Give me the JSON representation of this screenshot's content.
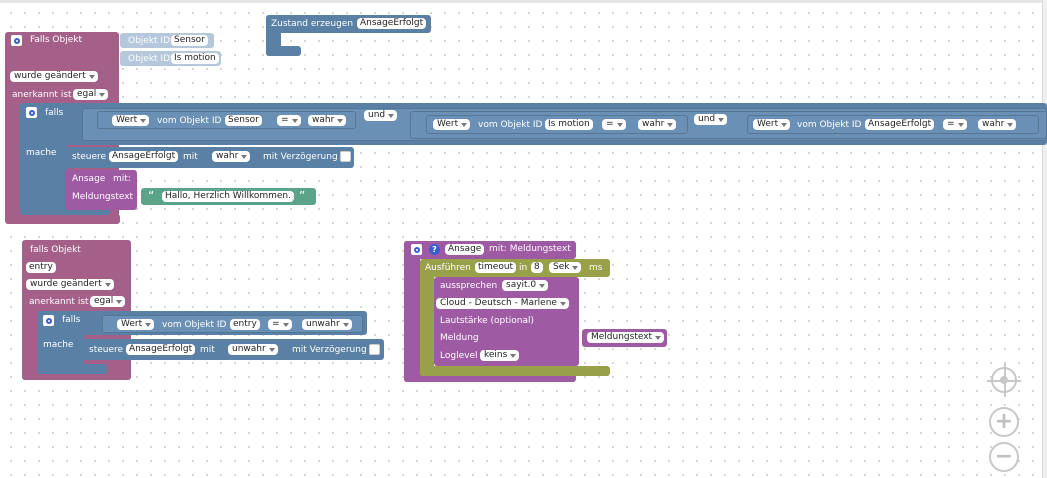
{
  "event1": {
    "falls_objekt": "Falls Objekt",
    "objekt_id_label_1": "Objekt ID",
    "objekt_id_value_1": "Sensor",
    "objekt_id_label_2": "Objekt ID",
    "objekt_id_value_2": "Is motion",
    "wurde_geaendert": "wurde geändert",
    "anerkannt_ist": "anerkannt ist",
    "anerkannt_value": "egal",
    "if_block": {
      "falls": "falls",
      "mache": "mache",
      "cond1": {
        "wert": "Wert",
        "vom_objekt_id": "vom Objekt ID",
        "object": "Sensor",
        "op": "=",
        "value": "wahr"
      },
      "und1": "und",
      "cond2": {
        "wert": "Wert",
        "vom_objekt_id": "vom Objekt ID",
        "object": "Is motion",
        "op": "=",
        "value": "wahr"
      },
      "und2": "und",
      "cond3": {
        "wert": "Wert",
        "vom_objekt_id": "vom Objekt ID",
        "object": "AnsageErfolgt",
        "op": "=",
        "value": "wahr"
      }
    },
    "steuere": {
      "label": "steuere",
      "object": "AnsageErfolgt",
      "mit": "mit",
      "value": "wahr",
      "mit_verzoegerung": "mit Verzögerung"
    },
    "ansage_call": {
      "label": "Ansage",
      "mit": "mit:",
      "meldungstext_label": "Meldungstext",
      "text": "Hallo, Herzlich Willkommen."
    }
  },
  "zustand_block": {
    "label": "Zustand erzeugen",
    "object": "AnsageErfolgt"
  },
  "event2": {
    "falls_objekt": "falls Objekt",
    "object": "entry",
    "wurde_geaendert": "wurde geändert",
    "anerkannt_ist": "anerkannt ist",
    "anerkannt_value": "egal",
    "if_block": {
      "falls": "falls",
      "mache": "mache",
      "cond": {
        "wert": "Wert",
        "vom_objekt_id": "vom Objekt ID",
        "object": "entry",
        "op": "=",
        "value": "unwahr"
      }
    },
    "steuere": {
      "label": "steuere",
      "object": "AnsageErfolgt",
      "mit": "mit",
      "value": "unwahr",
      "mit_verzoegerung": "mit Verzögerung"
    }
  },
  "function_def": {
    "name": "Ansage",
    "mit_label": "mit: Meldungstext",
    "ausfuehren": {
      "label": "Ausführen",
      "timeout_label": "timeout",
      "in": "in",
      "value": "8",
      "unit": "Sek",
      "ms": "ms"
    },
    "aussprechen": {
      "label": "aussprechen",
      "instance": "sayit.0",
      "voice": "Cloud - Deutsch - Marlene",
      "lautstaerke": "Lautstärke (optional)",
      "meldung": "Meldung",
      "meldung_value": "Meldungstext",
      "loglevel": "Loglevel",
      "loglevel_value": "keins"
    }
  },
  "controls": {
    "recenter_icon": "target-icon",
    "zoom_in": "+",
    "zoom_out": "−"
  }
}
